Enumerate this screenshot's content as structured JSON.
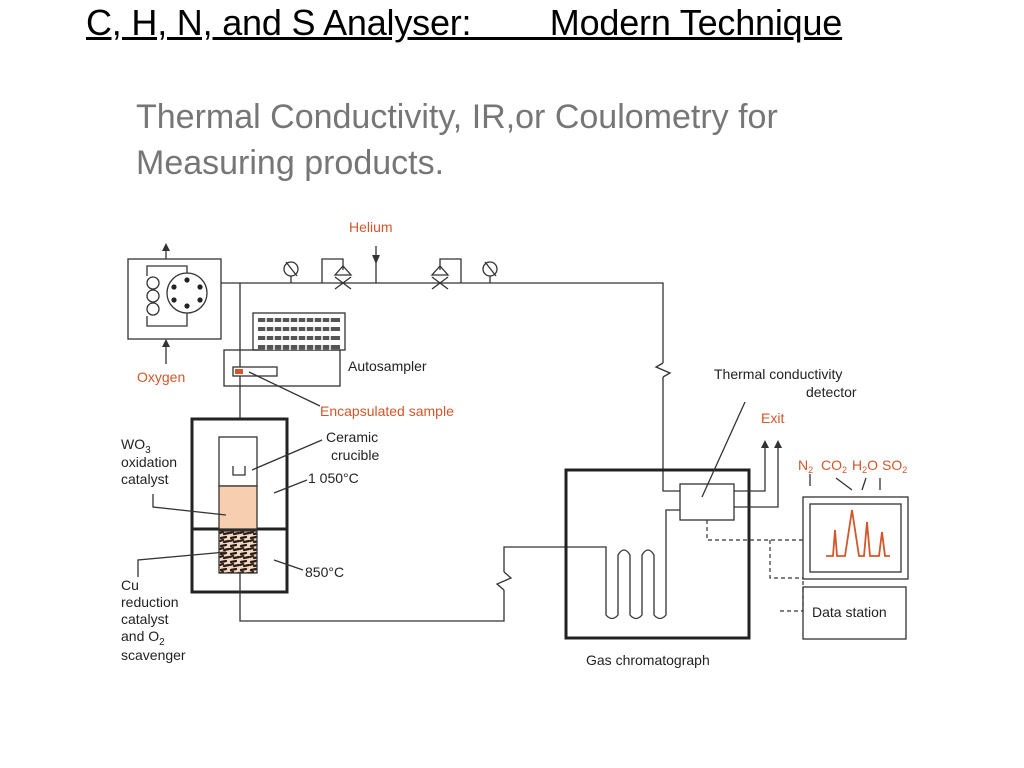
{
  "slide": {
    "title": "C, H, N, and S Analyser:        Modern Technique",
    "subtitle_line1": "Thermal Conductivity, IR,or Coulometry for",
    "subtitle_line2": "Measuring products."
  },
  "diagram": {
    "labels": {
      "helium": "Helium",
      "oxygen": "Oxygen",
      "autosampler": "Autosampler",
      "encapsulated_sample": "Encapsulated sample",
      "ceramic_crucible_1": "Ceramic",
      "ceramic_crucible_2": "crucible",
      "temp_oxidation": "1 050°C",
      "temp_reduction": "850°C",
      "wo3_line1": "WO",
      "wo3_sub": "3",
      "wo3_line2": "oxidation",
      "wo3_line3": "catalyst",
      "cu_line1": "Cu",
      "cu_line2": "reduction",
      "cu_line3": "catalyst",
      "cu_line4": "and O",
      "cu_line4_sub": "2",
      "cu_line5": "scavenger",
      "tcd_line1": "Thermal conductivity",
      "tcd_line2": "detector",
      "exit": "Exit",
      "gas_chromatograph": "Gas chromatograph",
      "data_station": "Data station",
      "peak_n": "N",
      "peak_n_sub": "2",
      "peak_co": "CO",
      "peak_co_sub": "2",
      "peak_h": "H",
      "peak_h_sub": "2",
      "peak_h_o": "O",
      "peak_so": "SO",
      "peak_so_sub": "2"
    },
    "colors": {
      "accent_orange": "#d2572a",
      "catalyst_fill": "#f7cfb0",
      "line": "#333333"
    }
  }
}
